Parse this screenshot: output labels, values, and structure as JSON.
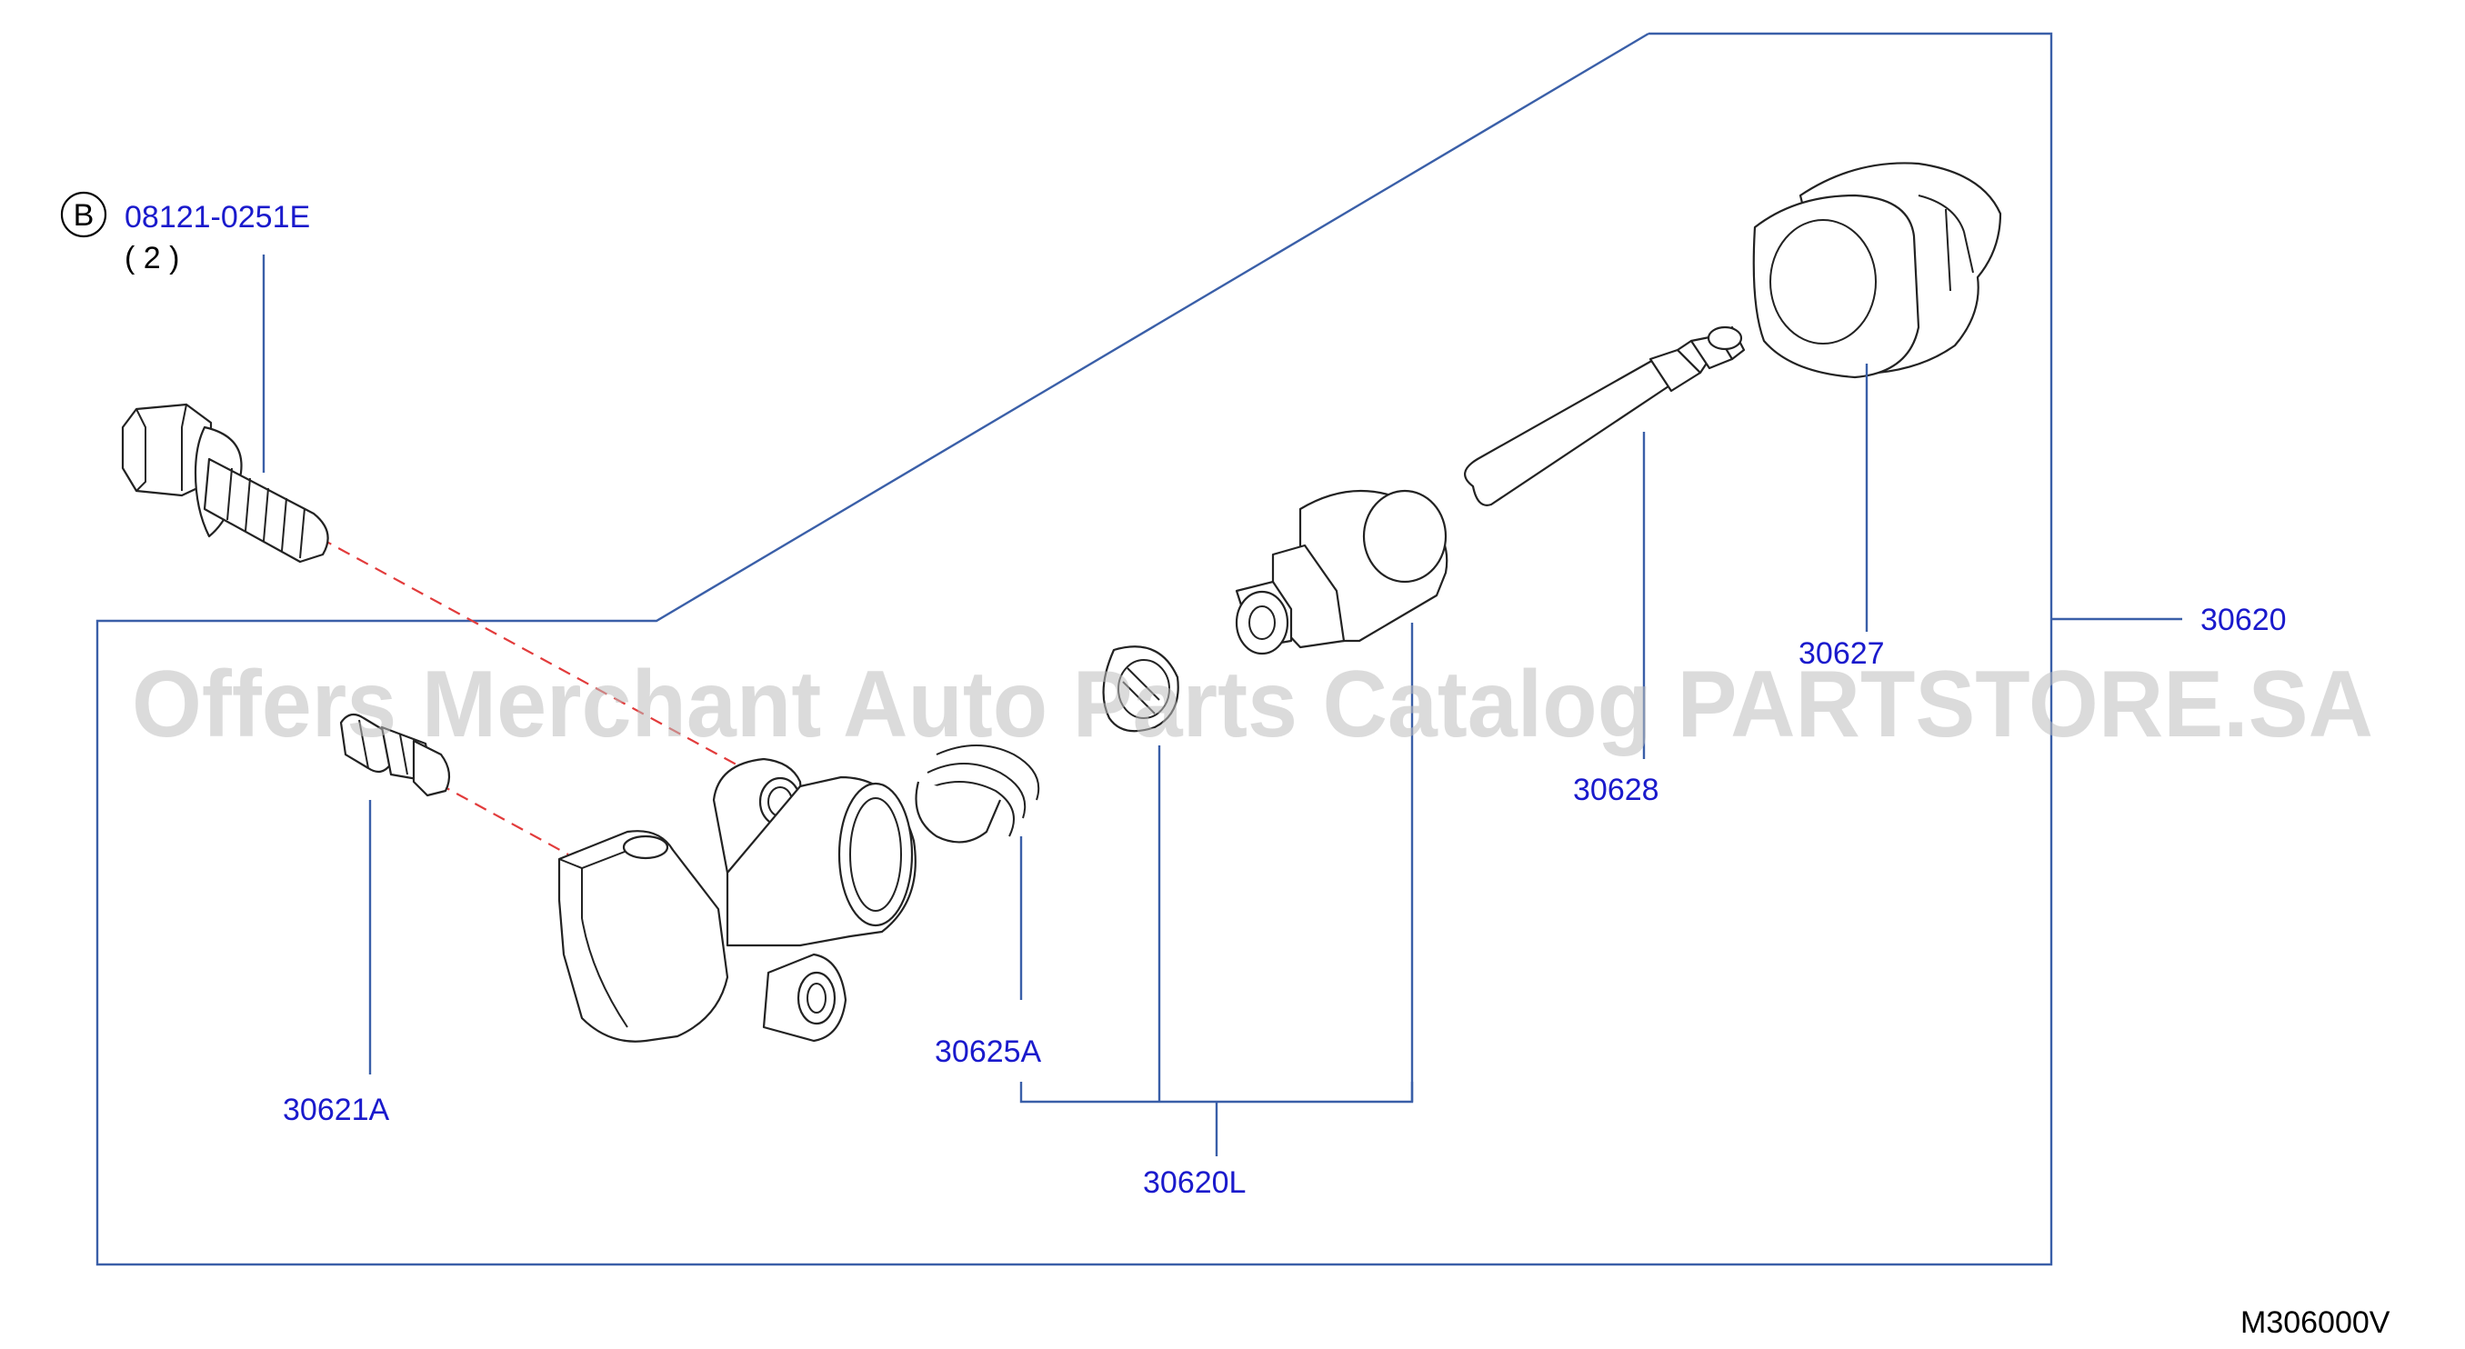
{
  "callouts": {
    "bolt_ref_letter": "B",
    "bolt_part": "08121-0251E",
    "bolt_qty": "( 2 )",
    "assembly": "30620",
    "dust_boot": "30627",
    "push_rod": "30628",
    "repair_kit": "30620L",
    "piston_spring": "30625A",
    "bleeder": "30621A"
  },
  "watermark": "Offers Merchant Auto Parts Catalog PARTSTORE.SA",
  "diagram_code": "M306000V",
  "colors": {
    "label": "#1a1acc",
    "frame": "#3a5fa8",
    "guide": "#e23b3b",
    "outline": "#222222"
  }
}
